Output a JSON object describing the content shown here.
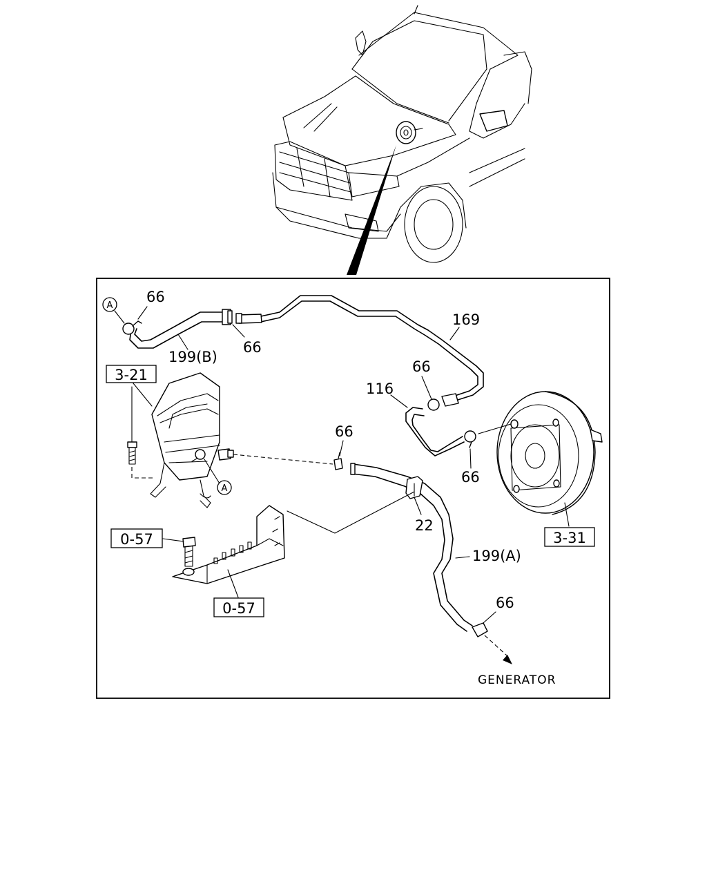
{
  "callouts": {
    "c66_top_left": "66",
    "c66_connector": "66",
    "c199b": "199(B)",
    "c169": "169",
    "c66_right_upper": "66",
    "c116": "116",
    "c66_middle": "66",
    "c66_booster": "66",
    "c22": "22",
    "c199a": "199(A)",
    "c66_bottom": "66"
  },
  "ref_boxes": {
    "r3_21": "3-21",
    "r3_31": "3-31",
    "r0_57_bolt": "0-57",
    "r0_57_bracket": "0-57"
  },
  "markers": {
    "a_top": "A",
    "a_pump": "A"
  },
  "destination": "GENERATOR"
}
